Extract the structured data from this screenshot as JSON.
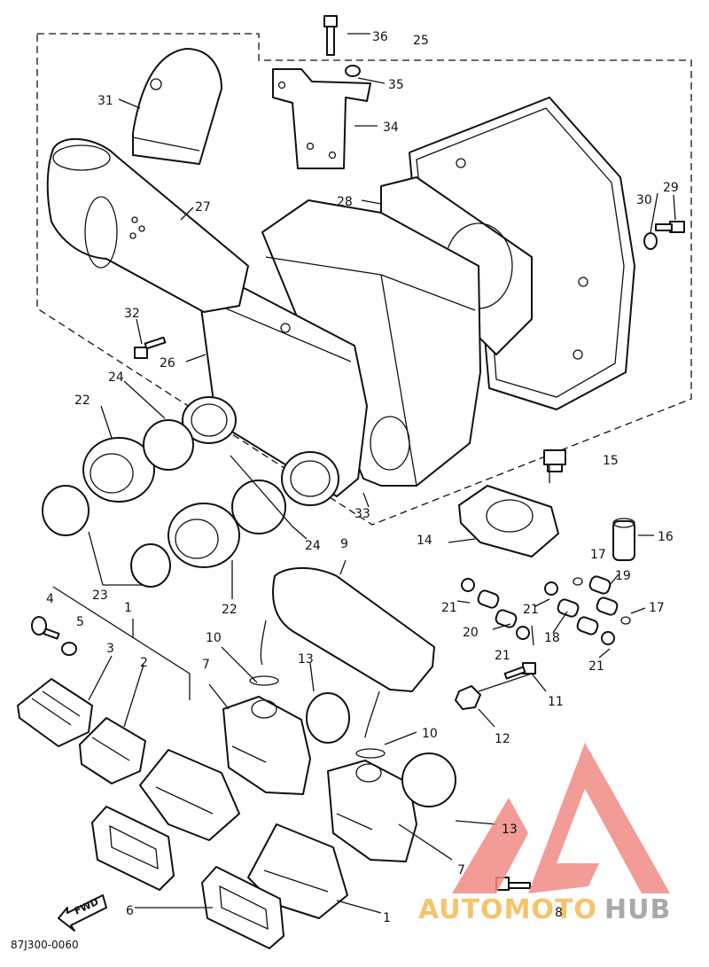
{
  "diagram": {
    "callouts": [
      {
        "id": "c1a",
        "text": "1"
      },
      {
        "id": "c1b",
        "text": "1"
      },
      {
        "id": "c2",
        "text": "2"
      },
      {
        "id": "c3",
        "text": "3"
      },
      {
        "id": "c4",
        "text": "4"
      },
      {
        "id": "c5",
        "text": "5"
      },
      {
        "id": "c6",
        "text": "6"
      },
      {
        "id": "c7a",
        "text": "7"
      },
      {
        "id": "c7b",
        "text": "7"
      },
      {
        "id": "c8",
        "text": "8"
      },
      {
        "id": "c9",
        "text": "9"
      },
      {
        "id": "c10a",
        "text": "10"
      },
      {
        "id": "c10b",
        "text": "10"
      },
      {
        "id": "c11",
        "text": "11"
      },
      {
        "id": "c12",
        "text": "12"
      },
      {
        "id": "c13a",
        "text": "13"
      },
      {
        "id": "c13b",
        "text": "13"
      },
      {
        "id": "c14",
        "text": "14"
      },
      {
        "id": "c15",
        "text": "15"
      },
      {
        "id": "c16",
        "text": "16"
      },
      {
        "id": "c17a",
        "text": "17"
      },
      {
        "id": "c17b",
        "text": "17"
      },
      {
        "id": "c18",
        "text": "18"
      },
      {
        "id": "c19",
        "text": "19"
      },
      {
        "id": "c20",
        "text": "20"
      },
      {
        "id": "c21a",
        "text": "21"
      },
      {
        "id": "c21b",
        "text": "21"
      },
      {
        "id": "c21c",
        "text": "21"
      },
      {
        "id": "c21d",
        "text": "21"
      },
      {
        "id": "c22a",
        "text": "22"
      },
      {
        "id": "c22b",
        "text": "22"
      },
      {
        "id": "c23",
        "text": "23"
      },
      {
        "id": "c24a",
        "text": "24"
      },
      {
        "id": "c24b",
        "text": "24"
      },
      {
        "id": "c25",
        "text": "25"
      },
      {
        "id": "c26",
        "text": "26"
      },
      {
        "id": "c27",
        "text": "27"
      },
      {
        "id": "c28",
        "text": "28"
      },
      {
        "id": "c29",
        "text": "29"
      },
      {
        "id": "c30",
        "text": "30"
      },
      {
        "id": "c31",
        "text": "31"
      },
      {
        "id": "c32",
        "text": "32"
      },
      {
        "id": "c33",
        "text": "33"
      },
      {
        "id": "c34",
        "text": "34"
      },
      {
        "id": "c35",
        "text": "35"
      },
      {
        "id": "c36",
        "text": "36"
      }
    ],
    "direction_tag": "FWD",
    "drawing_code": "87J300-0060"
  },
  "watermark": {
    "word_part1": "AUTOMOTO",
    "word_part2": "HUB",
    "colors": {
      "logo_fill": "#f08a85",
      "text_part1": "#f6c36b",
      "text_part2": "#a9a9a9"
    }
  }
}
